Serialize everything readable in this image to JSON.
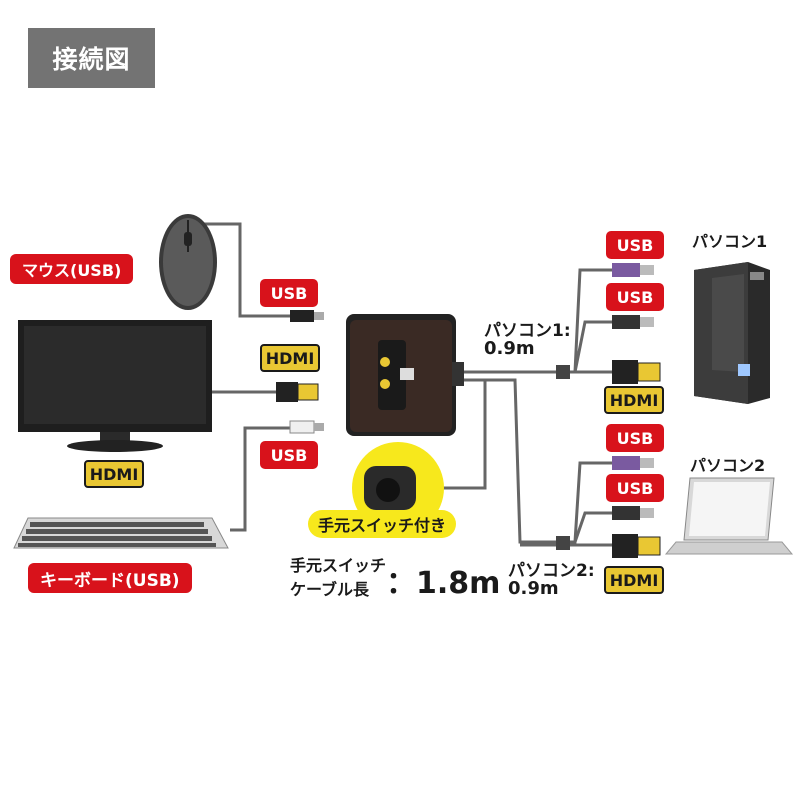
{
  "title": "接続図",
  "left": {
    "mouse_label": "マウス(USB)",
    "monitor_label": "HDMI",
    "keyboard_label": "キーボード(USB)",
    "usb_mouse": "USB",
    "hdmi_monitor": "HDMI",
    "usb_keyboard": "USB"
  },
  "switch": {
    "remote_label": "手元スイッチ付き",
    "cable_caption_line1": "手元スイッチ",
    "cable_caption_line2": "ケーブル長",
    "cable_length": "：1.8m"
  },
  "pc1": {
    "name": "パソコン1",
    "cable_label": "パソコン1:",
    "cable_length": "0.9m",
    "usb1": "USB",
    "usb2": "USB",
    "hdmi": "HDMI"
  },
  "pc2": {
    "name": "パソコン2",
    "cable_label": "パソコン2:",
    "cable_length": "0.9m",
    "usb1": "USB",
    "usb2": "USB",
    "hdmi": "HDMI"
  },
  "colors": {
    "usb_badge": "#d8121b",
    "hdmi_badge": "#e9c733",
    "title_bg": "#737373"
  }
}
